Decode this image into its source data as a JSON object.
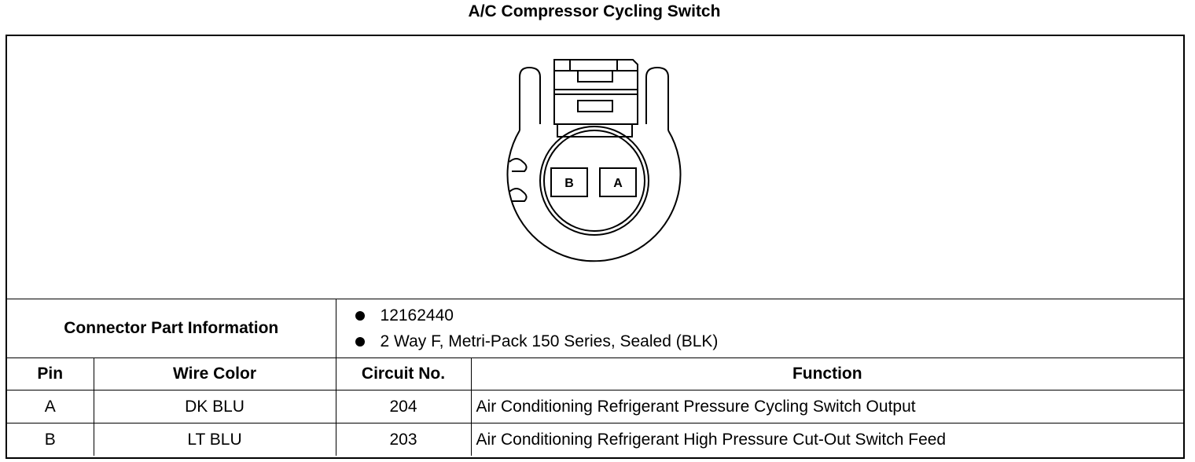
{
  "title": "A/C Compressor Cycling Switch",
  "connector": {
    "cavity_labels": [
      "B",
      "A"
    ]
  },
  "part_info": {
    "label": "Connector Part Information",
    "items": [
      "12162440",
      "2 Way F, Metri-Pack 150 Series, Sealed (BLK)"
    ]
  },
  "table": {
    "headers": [
      "Pin",
      "Wire Color",
      "Circuit No.",
      "Function"
    ],
    "rows": [
      {
        "pin": "A",
        "wire_color": "DK BLU",
        "circuit": "204",
        "function": "Air Conditioning Refrigerant Pressure Cycling Switch Output"
      },
      {
        "pin": "B",
        "wire_color": "LT BLU",
        "circuit": "203",
        "function": "Air Conditioning Refrigerant High Pressure Cut-Out Switch Feed"
      }
    ]
  }
}
